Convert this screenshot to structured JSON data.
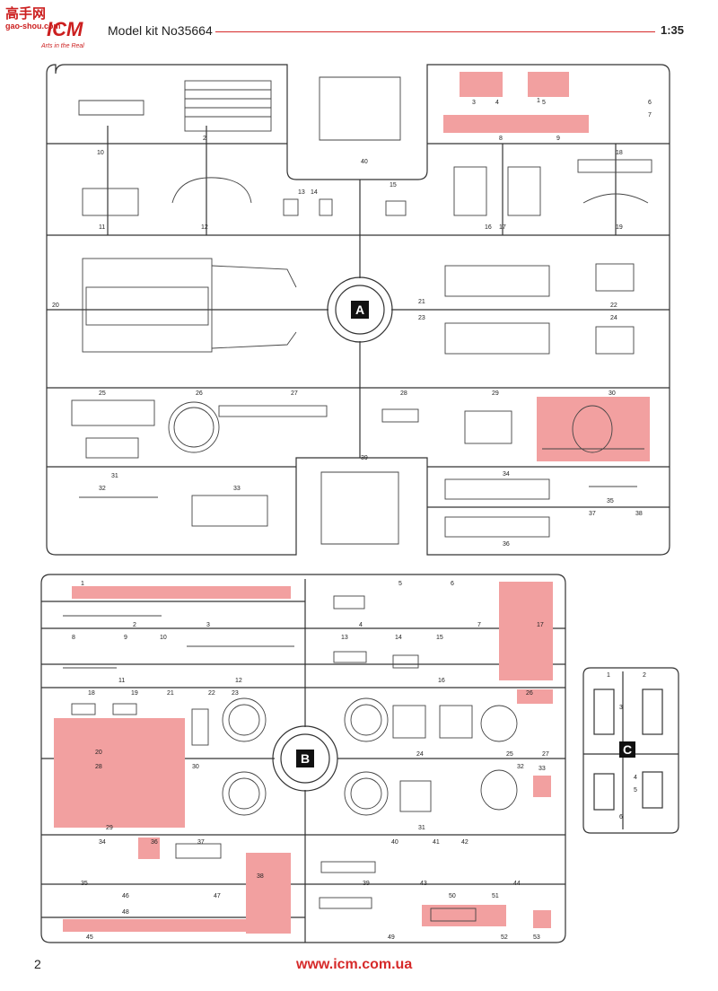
{
  "header": {
    "logo_cn": "高手网",
    "logo_site": "gao-shou.com",
    "logo_brand": "ICM",
    "logo_slogan": "Arts in the Real",
    "title": "Model kit No35664",
    "scale": "1:35"
  },
  "footer": {
    "page_number": "2",
    "url": "www.icm.com.ua"
  },
  "sprues": {
    "A": {
      "letter": "A",
      "labels": [
        "1",
        "2",
        "3",
        "4",
        "5",
        "6",
        "7",
        "8",
        "9",
        "10",
        "11",
        "12",
        "13",
        "14",
        "15",
        "16",
        "17",
        "18",
        "19",
        "20",
        "21",
        "22",
        "23",
        "24",
        "25",
        "26",
        "27",
        "28",
        "29",
        "30",
        "31",
        "32",
        "33",
        "34",
        "35",
        "36",
        "37",
        "38",
        "39",
        "40"
      ]
    },
    "B": {
      "letter": "B",
      "labels": [
        "1",
        "2",
        "3",
        "4",
        "5",
        "6",
        "7",
        "8",
        "9",
        "10",
        "11",
        "12",
        "13",
        "14",
        "15",
        "16",
        "17",
        "18",
        "19",
        "20",
        "21",
        "22",
        "23",
        "24",
        "25",
        "26",
        "27",
        "28",
        "29",
        "30",
        "31",
        "32",
        "33",
        "34",
        "35",
        "36",
        "37",
        "38",
        "39",
        "40",
        "41",
        "42",
        "43",
        "44",
        "45",
        "46",
        "47",
        "48",
        "49",
        "50",
        "51",
        "52",
        "53"
      ]
    },
    "C": {
      "letter": "C",
      "labels": [
        "1",
        "2",
        "3",
        "4",
        "5",
        "6"
      ]
    }
  },
  "colors": {
    "highlight": "#f2a0a0",
    "accent": "#d62a2a",
    "line": "#333333"
  }
}
